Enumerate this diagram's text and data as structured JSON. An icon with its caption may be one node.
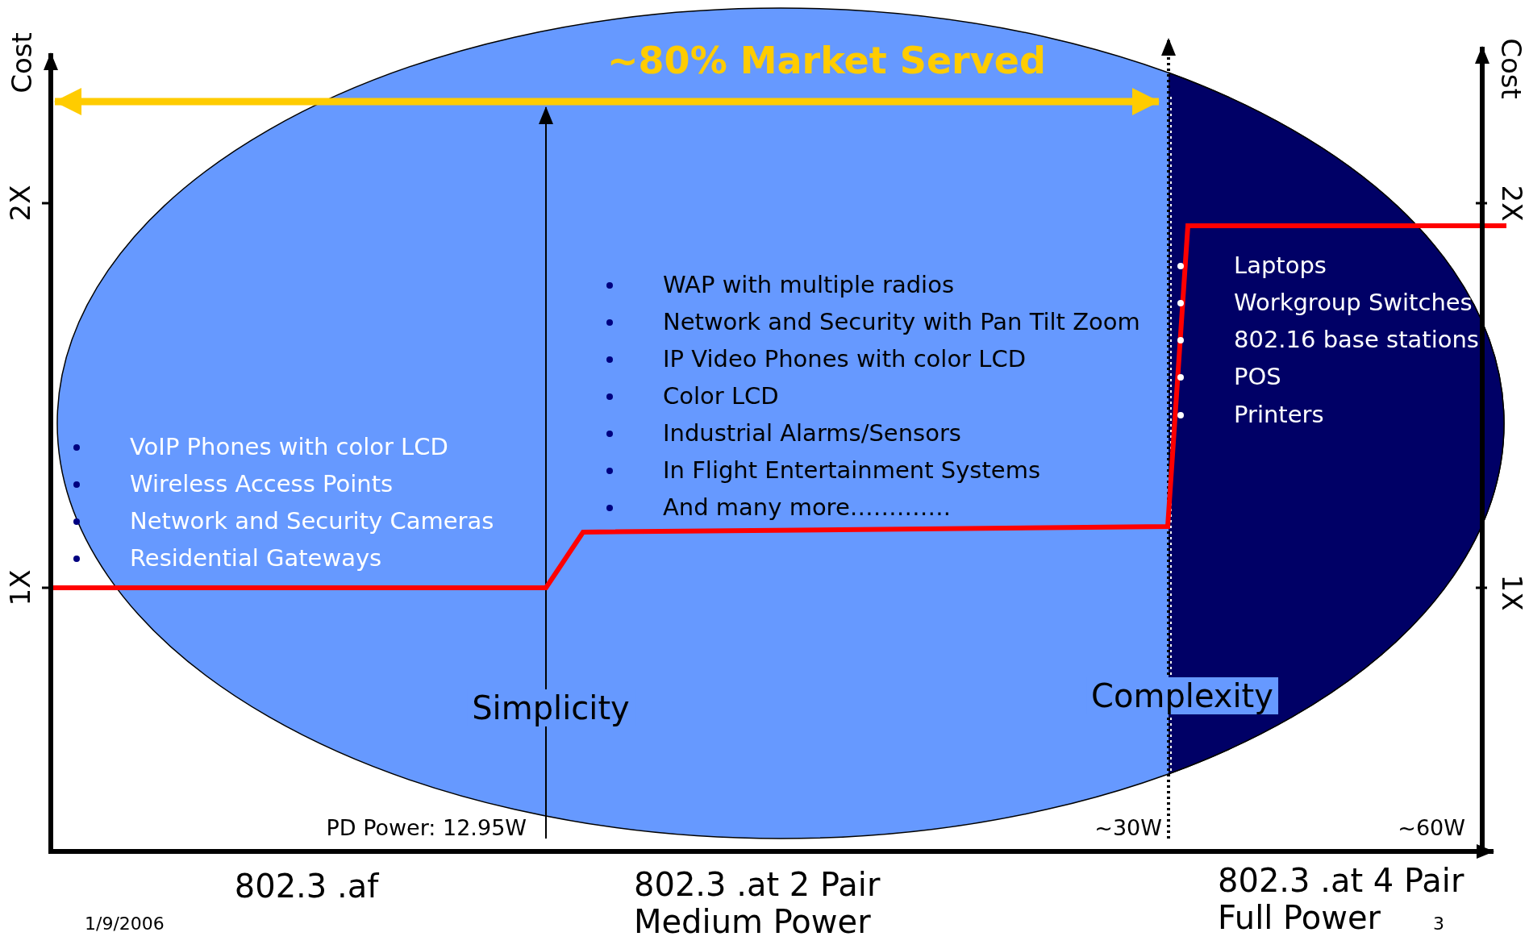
{
  "diagram": {
    "labels": [
      "Cost",
      "~80% Market Served",
      "Cost",
      "2X",
      "2X",
      "Laptops",
      "Workgroup Switches",
      "802.16 base stations",
      "POS",
      "Printers",
      "WAP with multiple radios",
      "Network and Security with Pan Tilt Zoom",
      "IP Video Phones with color LCD",
      "Color LCD",
      "Industrial Alarms/Sensors",
      "In Flight Entertainment Systems",
      "And many more………….",
      "VoIP Phones with color LCD",
      "Wireless Access Points",
      "Network and Security Cameras",
      "Residential Gateways",
      "1X",
      "1X",
      "Simplicity",
      "Complexity",
      "PD Power: 12.95W",
      "~30W",
      "~60W",
      "802.3 .af",
      "802.3 .at 2 Pair Medium Power",
      "802.3 .at 4 Pair Full Power",
      "1/9/2006",
      "3"
    ]
  }
}
